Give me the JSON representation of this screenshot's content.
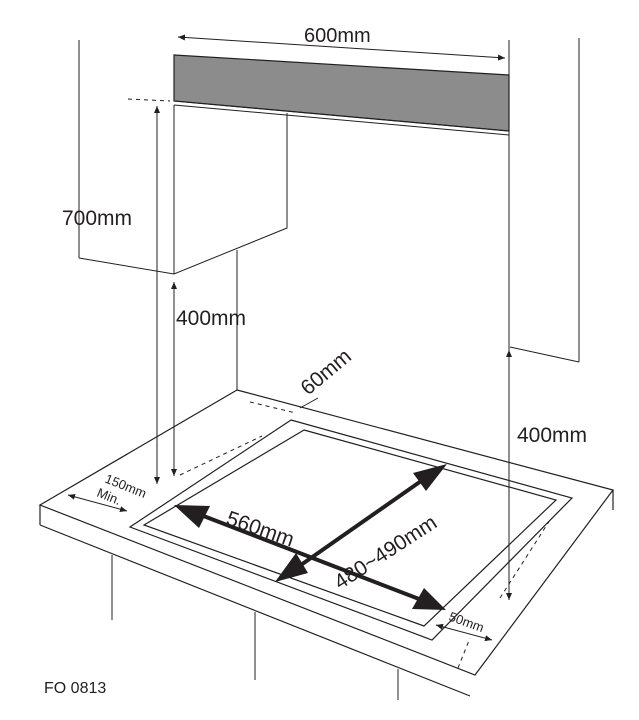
{
  "labels": {
    "hood_width": "600mm",
    "height_total": "700mm",
    "height_left": "400mm",
    "height_right": "400mm",
    "rear_gap": "60mm",
    "side_gap_left": "150mm",
    "side_gap_left_min": "Min.",
    "cutout_width": "560mm",
    "cutout_depth": "480~490mm",
    "front_gap": "50mm",
    "model_code": "FO 0813"
  },
  "colors": {
    "line": "#231f20",
    "hood_fill": "#8c8c8c",
    "background": "#ffffff"
  }
}
